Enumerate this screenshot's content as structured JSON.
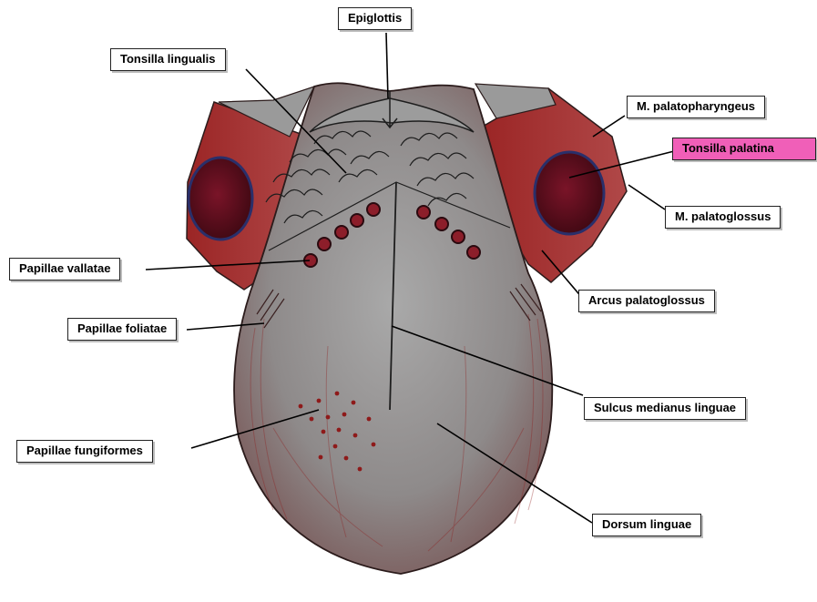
{
  "labels": {
    "epiglottis": "Epiglottis",
    "tonsilla_lingualis": "Tonsilla lingualis",
    "m_palatopharyngeus": "M. palatopharyngeus",
    "tonsilla_palatina": "Tonsilla palatina",
    "m_palatoglossus": "M. palatoglossus",
    "papillae_vallatae": "Papillae vallatae",
    "arcus_palatoglossus": "Arcus palatoglossus",
    "papillae_foliatae": "Papillae foliatae",
    "sulcus_medianus_linguae": "Sulcus medianus linguae",
    "papillae_fungiformes": "Papillae fungiformes",
    "dorsum_linguae": "Dorsum linguae"
  },
  "colors": {
    "highlight_label": "#f05fb8",
    "tongue_gray": "#8f8f8f",
    "tongue_red": "#8e1a1a",
    "tonsil_fill": "#5a0d1c",
    "tonsil_outline": "#2a2f6a"
  }
}
